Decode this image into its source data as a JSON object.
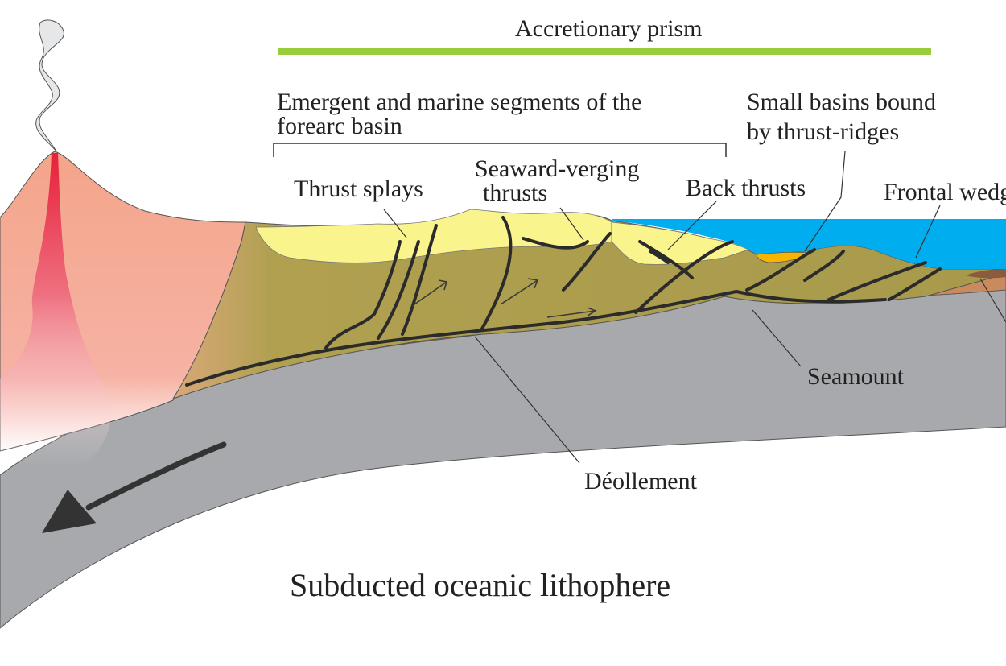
{
  "labels": {
    "accretionary_prism": "Accretionary prism",
    "forearc_line1": "Emergent and marine segments of the",
    "forearc_line2": "forearc basin",
    "small_basins_line1": "Small basins bound",
    "small_basins_line2": "by thrust-ridges",
    "thrust_splays": "Thrust splays",
    "seaward_line1": "Seaward-verging",
    "seaward_line2": "thrusts",
    "back_thrusts": "Back thrusts",
    "frontal_wedge": "Frontal wedge",
    "seamount": "Seamount",
    "decollement": "Déollement",
    "subducted": "Subducted oceanic lithophere"
  },
  "colors": {
    "accretionary_bar": "#9acd3c",
    "sea": "#00aeef",
    "volcanic_arc": "#f4a58a",
    "magma": "#e8203a",
    "forearc_sediment": "#faf48c",
    "prism_body": "#a89a4c",
    "oceanic_plate": "#a7a9ac",
    "decollement_layer": "#c98a5e",
    "basin_fill": "#f7b500"
  },
  "icons": {
    "plume": "volcanic-plume-icon",
    "arrow": "subduction-direction-arrow-icon"
  }
}
